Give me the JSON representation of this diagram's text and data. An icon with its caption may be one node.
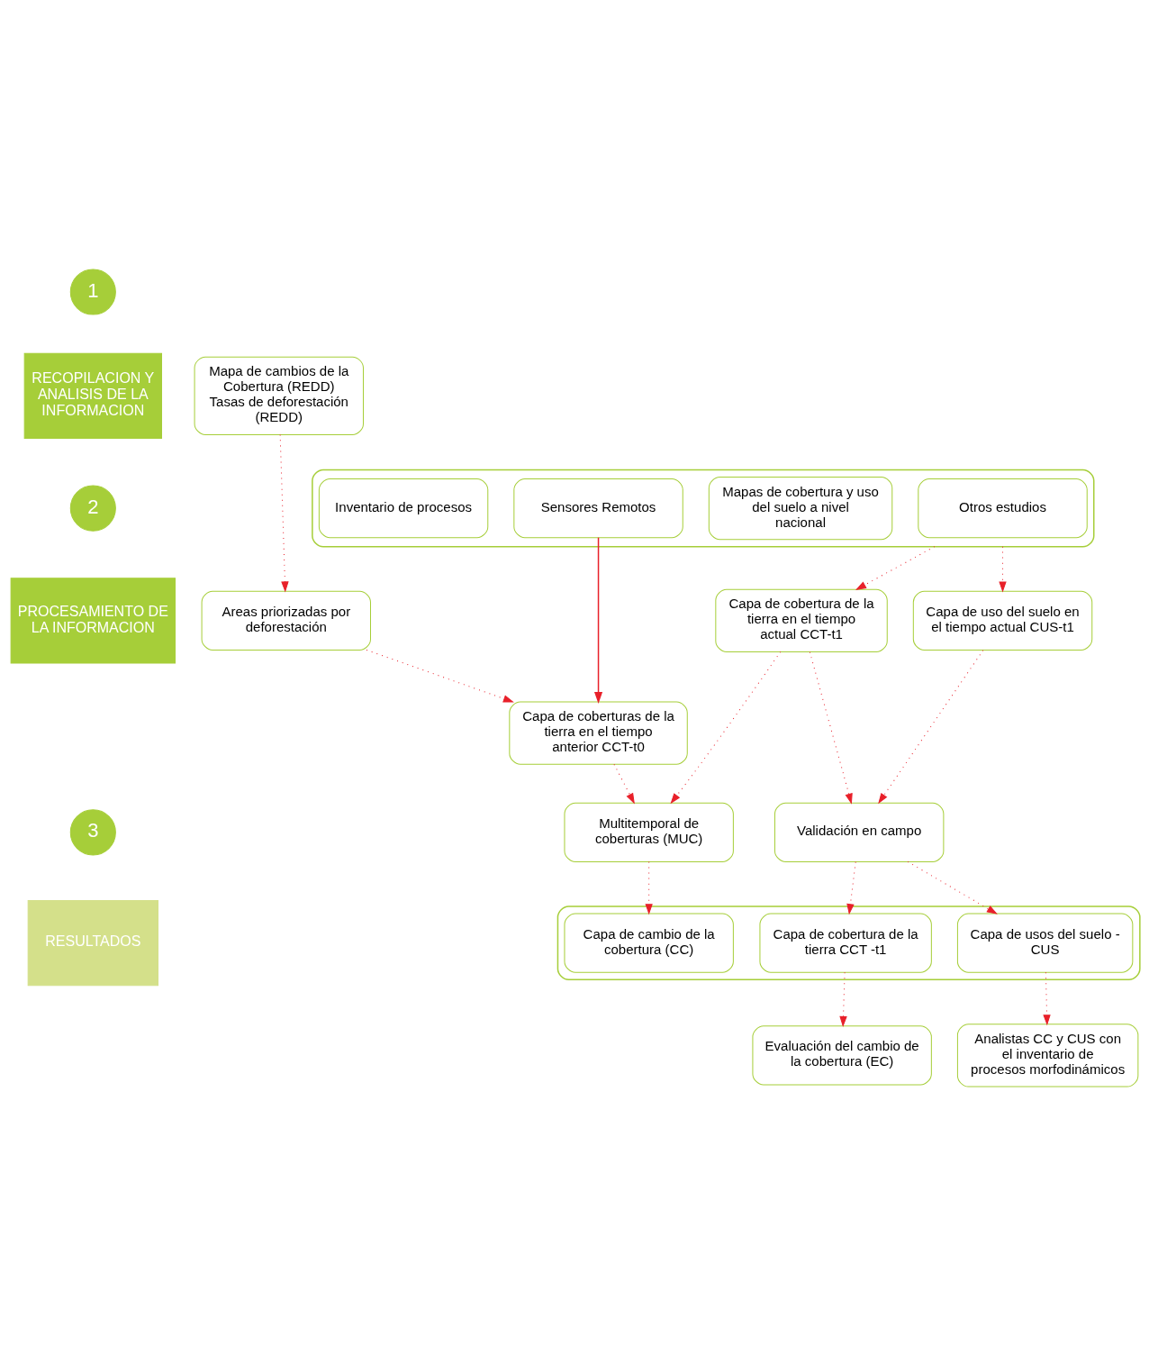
{
  "diagram": {
    "nodes": [
      {
        "text": [
          "1"
        ]
      },
      {
        "text": [
          "RECOPILACION Y ANALISIS DE LA INFORMACION"
        ]
      },
      {
        "text": [
          "Mapa de cambios de la Cobertura (REDD)",
          "Tasas de deforestación (REDD)"
        ]
      },
      {
        "text": [],
        "shape": "box"
      },
      {
        "text": [
          "Sensores Remotos"
        ],
        "in": 3
      },
      {
        "text": [
          "Mapas de cobertura y uso del suelo a nivel nacional"
        ],
        "in": 3
      },
      {
        "text": [
          "Otros estudios"
        ],
        "in": 3
      },
      {
        "text": [
          "Inventario de procesos"
        ],
        "in": 3
      },
      {
        "text": [
          "2"
        ]
      },
      {
        "text": [
          "PROCESAMIENTO DE LA INFORMACION"
        ]
      },
      {
        "text": [
          "Areas priorizadas por deforestación"
        ]
      },
      {
        "text": [
          "Capa de cobertura de la tierra en el tiempo actual CCT-t1"
        ]
      },
      {
        "text": [
          "Capa de uso del suelo en el tiempo actual CUS-t1"
        ]
      },
      {
        "text": [
          "Capa de coberturas de la tierra en el tiempo anterior CCT-t0"
        ]
      },
      {
        "text": [
          "Multitemporal de coberturas (MUC)"
        ]
      },
      {
        "text": [
          "Validación en campo"
        ]
      },
      {
        "text": [
          "3"
        ]
      },
      {
        "text": [
          "RESULTADOS"
        ]
      },
      {
        "text": [],
        "shape": "box"
      },
      {
        "text": [
          "Capa de cambio de la cobertura (CC)"
        ],
        "in": 18
      },
      {
        "text": [
          "Capa de cobertura de la tierra CCT -t1"
        ],
        "in": 18
      },
      {
        "text": [
          "Capa de usos del suelo - CUS"
        ],
        "in": 18
      },
      {
        "text": [
          "Evaluación del cambio de la cobertura (EC)"
        ]
      },
      {
        "text": [
          "Analistas CC y CUS con el inventario de procesos morfodinámicos"
        ]
      }
    ],
    "edges": [
      {
        "from": 2,
        "to": 10,
        "arrow": "to",
        "style": "dashed"
      },
      {
        "from": 4,
        "to": 13,
        "arrow": "to"
      },
      {
        "from": 3,
        "to": 11,
        "arrow": "to",
        "style": "dashed"
      },
      {
        "from": 3,
        "to": 12,
        "arrow": "to",
        "style": "dashed"
      },
      {
        "from": 10,
        "to": 13,
        "arrow": "to",
        "style": "dashed"
      },
      {
        "from": 11,
        "to": 14,
        "arrow": "to",
        "style": "dashed"
      },
      {
        "from": 13,
        "to": 14,
        "arrow": "to",
        "style": "dashed"
      },
      {
        "from": 11,
        "to": 15,
        "arrow": "to",
        "style": "dashed"
      },
      {
        "from": 12,
        "to": 15,
        "arrow": "to",
        "style": "dashed"
      },
      {
        "from": 14,
        "to": 19,
        "arrow": "to",
        "style": "dashed"
      },
      {
        "from": 15,
        "to": 20,
        "arrow": "to",
        "style": "dashed"
      },
      {
        "from": 15,
        "to": 21,
        "arrow": "to",
        "style": "dashed"
      },
      {
        "from": 20,
        "to": 22,
        "arrow": "to",
        "style": "dashed"
      },
      {
        "from": 21,
        "to": 23,
        "arrow": "to",
        "style": "dashed"
      }
    ]
  }
}
